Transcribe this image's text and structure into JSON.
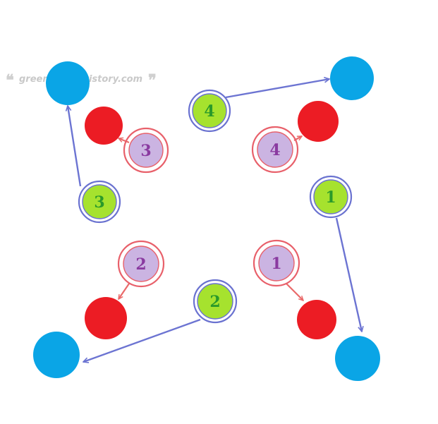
{
  "watermark": {
    "open_quote": "❝",
    "text": "green-study.tistory.com",
    "close_quote": "❞"
  },
  "colors": {
    "blue": "#0aa5e6",
    "red": "#ec1c24",
    "green_fill": "#a6e22e",
    "green_text": "#2a9a2a",
    "purple_fill": "#cbb4e2",
    "purple_text": "#8a3aa0",
    "blue_ring": "#6a72d0",
    "red_ring": "#e8606a",
    "arrow_blue": "#6c74d2",
    "arrow_red": "#ea6a6a"
  },
  "green_nodes": [
    {
      "id": "g1",
      "label": "1"
    },
    {
      "id": "g2",
      "label": "2"
    },
    {
      "id": "g3",
      "label": "3"
    },
    {
      "id": "g4",
      "label": "4"
    }
  ],
  "purple_nodes": [
    {
      "id": "p1",
      "label": "1"
    },
    {
      "id": "p2",
      "label": "2"
    },
    {
      "id": "p3",
      "label": "3"
    },
    {
      "id": "p4",
      "label": "4"
    }
  ]
}
